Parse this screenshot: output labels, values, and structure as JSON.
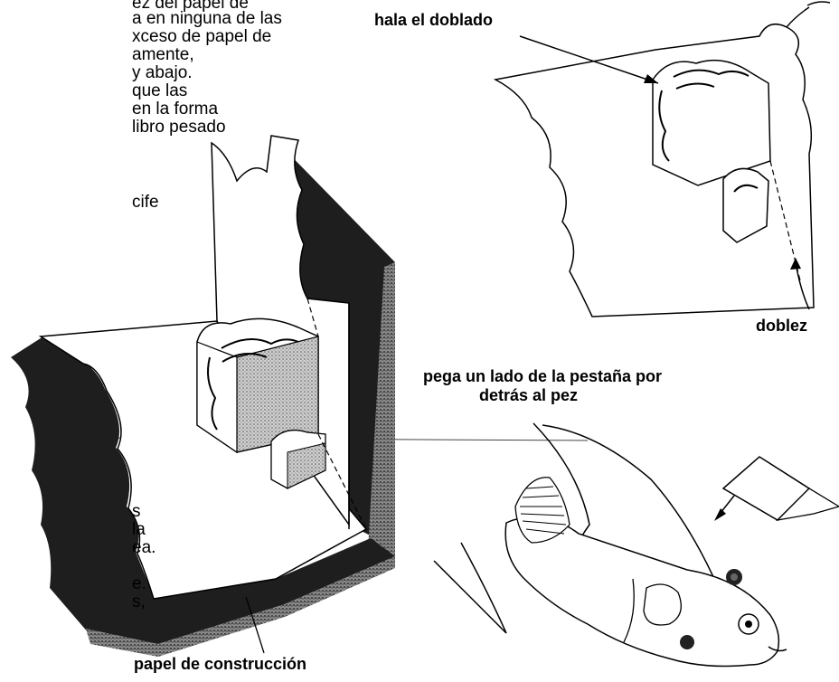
{
  "instructions_top": [
    "ez del papel de",
    "a en ninguna de las",
    "xceso de papel de",
    "amente,",
    " y abajo.",
    " que las",
    " en la forma",
    " libro pesado",
    "",
    "cife"
  ],
  "instructions_bottom": [
    "s",
    " la",
    "ea.",
    "",
    "e.",
    "s,"
  ],
  "labels": {
    "pull_fold": "hala el doblado",
    "fold": "doblez",
    "glue_tab_line1": "pega un lado de la pestaña por",
    "glue_tab_line2": "detrás al pez",
    "construction_paper": "papel de construcción"
  },
  "colors": {
    "ink": "#000000",
    "paper": "#ffffff",
    "dark_paper": "#1e1e1e",
    "mid_gray": "#6e6e6e",
    "light_gray": "#b9b9b9"
  }
}
